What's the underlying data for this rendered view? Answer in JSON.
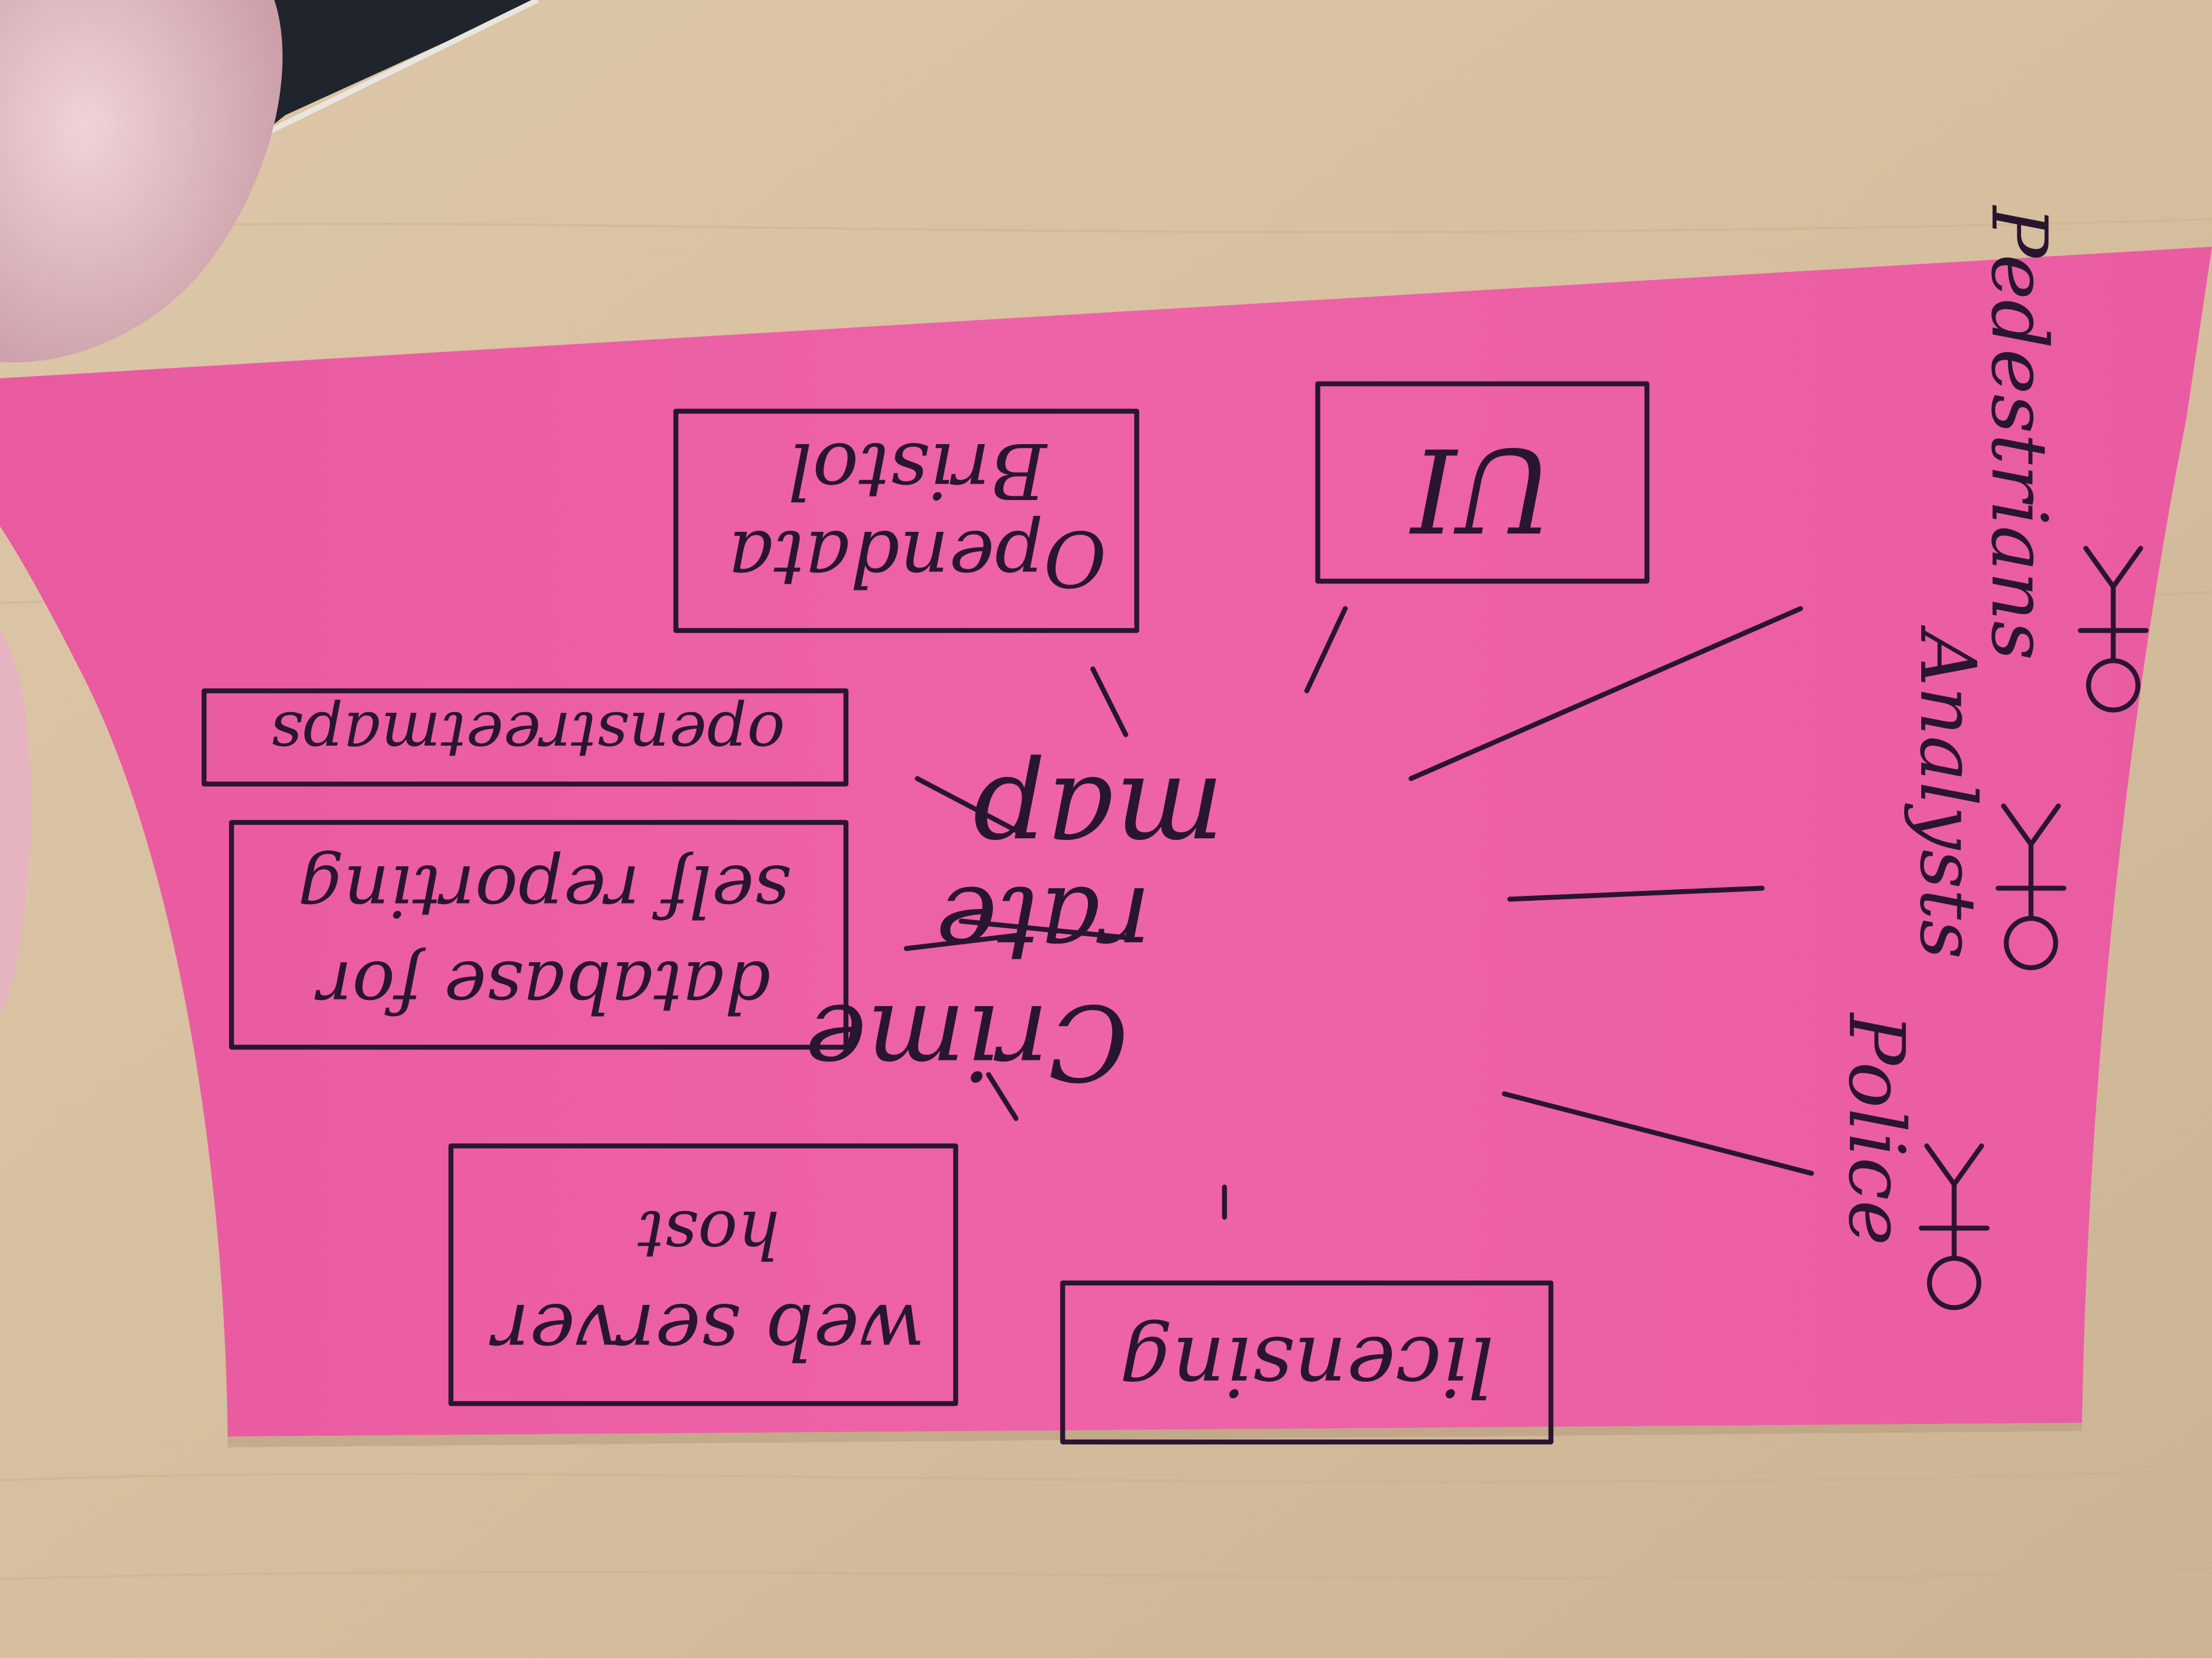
{
  "colors": {
    "desk": "#d8c3a6",
    "note": "#ec5fa4",
    "ink": "#2a1530",
    "laptop": "#20242c",
    "finger": "#e8c6cc"
  },
  "note": {
    "orientation": "upside-down",
    "center": {
      "line1": "Crime",
      "line2": "rate",
      "line3": "map"
    },
    "boxes": {
      "ui": "UI",
      "open_data": [
        "Opendata",
        "Bristol"
      ],
      "osm": "openstreetmaps",
      "database": [
        "database for",
        "self reporting"
      ],
      "web_server": [
        "web server",
        "host"
      ],
      "licensing": "licensing"
    },
    "actors": {
      "pedestrians": "Pedestrians",
      "analysts": "Analysts",
      "police": "Police"
    }
  }
}
